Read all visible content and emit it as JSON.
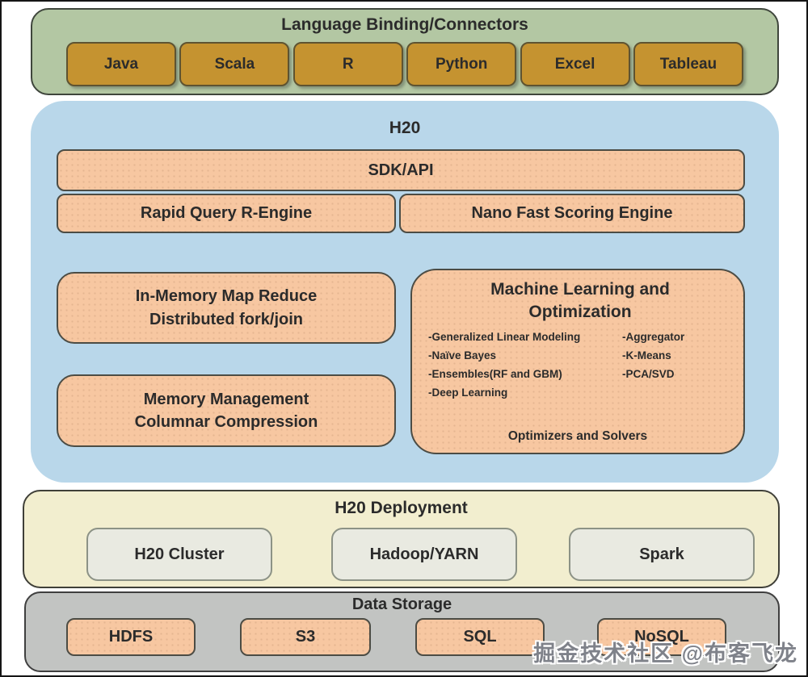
{
  "colors": {
    "connectors_bg": "#b3c7a3",
    "button_gold": "#c59330",
    "h2o_bg": "#b9d7ea",
    "salmon": "#f7c7a1",
    "deployment_bg": "#f2eecf",
    "deploy_box_bg": "#e9eae1",
    "storage_bg": "#c2c4c2",
    "text": "#2b2b2b"
  },
  "connectors": {
    "title": "Language Binding/Connectors",
    "items": [
      "Java",
      "Scala",
      "R",
      "Python",
      "Excel",
      "Tableau"
    ]
  },
  "h2o": {
    "title": "H20",
    "sdk_label": "SDK/API",
    "engine_left": "Rapid Query R-Engine",
    "engine_right": "Nano Fast Scoring Engine",
    "inmemory_line1": "In-Memory Map Reduce",
    "inmemory_line2": "Distributed fork/join",
    "memory_line1": "Memory Management",
    "memory_line2": "Columnar Compression",
    "ml": {
      "title_line1": "Machine Learning and",
      "title_line2": "Optimization",
      "left_items": [
        "-Generalized Linear Modeling",
        "-Naïve Bayes",
        "-Ensembles(RF and GBM)",
        "-Deep Learning"
      ],
      "right_items": [
        "-Aggregator",
        "-K-Means",
        "-PCA/SVD"
      ],
      "footer": "Optimizers and Solvers"
    }
  },
  "deployment": {
    "title": "H20 Deployment",
    "items": [
      "H20 Cluster",
      "Hadoop/YARN",
      "Spark"
    ]
  },
  "storage": {
    "title": "Data Storage",
    "items": [
      "HDFS",
      "S3",
      "SQL",
      "NoSQL"
    ]
  },
  "watermark": "掘金技术社区 @布客飞龙"
}
